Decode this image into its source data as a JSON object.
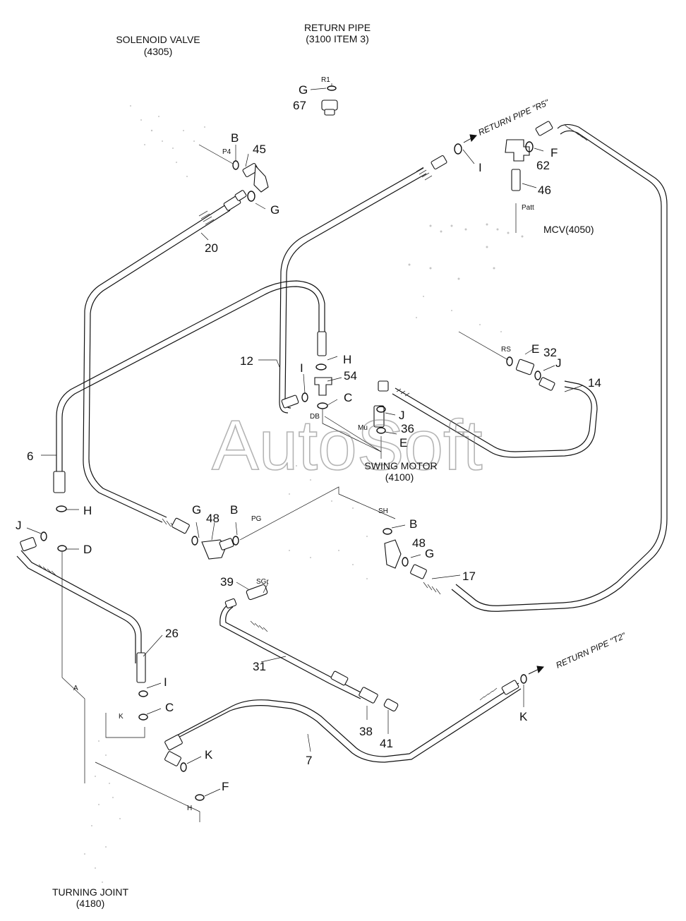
{
  "labels": {
    "solenoid_valve": "SOLENOID VALVE",
    "solenoid_valve_no": "(4305)",
    "return_pipe": "RETURN PIPE",
    "return_pipe_item": "(3100 ITEM 3)",
    "return_pipe_r5": "RETURN PIPE \"R5\"",
    "return_pipe_t2": "RETURN PIPE \"T2\"",
    "mcv": "MCV(4050)",
    "swing_motor": "SWING MOTOR",
    "swing_motor_no": "(4100)",
    "turning_joint": "TURNING JOINT",
    "turning_joint_no": "(4180)",
    "watermark": "AutoSoft"
  },
  "ports": {
    "r1": "R1",
    "p4": "P4",
    "patt": "Patt",
    "rs": "RS",
    "db": "DB",
    "mu": "Mu",
    "pg": "PG",
    "sh": "SH",
    "sgr": "SGr",
    "a": "A",
    "k": "K",
    "h": "H"
  },
  "parts": {
    "p67": "67",
    "p45": "45",
    "p20": "20",
    "p62": "62",
    "p46": "46",
    "p12": "12",
    "p54": "54",
    "p32": "32",
    "p14": "14",
    "p36": "36",
    "p6": "6",
    "p48a": "48",
    "p48b": "48",
    "p39": "39",
    "p17": "17",
    "p26": "26",
    "p31": "31",
    "p38": "38",
    "p41": "41",
    "p7": "7"
  },
  "callouts": {
    "g_top": "G",
    "b_sol": "B",
    "g_sol": "G",
    "i_r5": "I",
    "f_62": "F",
    "h_12": "H",
    "i_12": "I",
    "c_54": "C",
    "e_32": "E",
    "j_32": "J",
    "j_36": "J",
    "e_36": "E",
    "h_6": "H",
    "j_26": "J",
    "d_26": "D",
    "g_48": "G",
    "b_48": "B",
    "b_sh": "B",
    "g_sh": "G",
    "i_26": "I",
    "c_26": "C",
    "k_7": "K",
    "f_tj": "F",
    "k_t2": "K"
  }
}
